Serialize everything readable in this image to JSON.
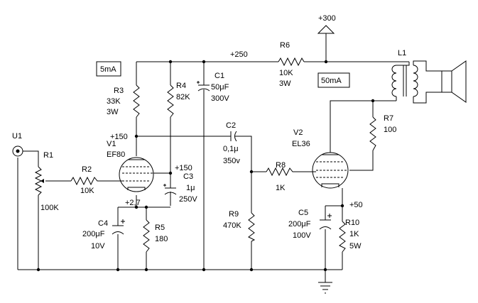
{
  "supply": {
    "plus300": "+300",
    "plus250": "+250",
    "plus150_r3": "+150",
    "plus150_c3": "+150",
    "plus2_7": "+2,7",
    "plus50": "+50"
  },
  "boxes": {
    "current_5mA": "5mA",
    "current_50mA": "50mA"
  },
  "components": {
    "U1": {
      "ref": "U1"
    },
    "R1": {
      "ref": "R1",
      "value": "100K"
    },
    "R2": {
      "ref": "R2",
      "value": "10K"
    },
    "R3": {
      "ref": "R3",
      "value": "33K",
      "rating": "3W"
    },
    "R4": {
      "ref": "R4",
      "value": "82K"
    },
    "R5": {
      "ref": "R5",
      "value": "180"
    },
    "R6": {
      "ref": "R6",
      "value": "10K",
      "rating": "3W"
    },
    "R7": {
      "ref": "R7",
      "value": "100"
    },
    "R8": {
      "ref": "R8",
      "value": "1K"
    },
    "R9": {
      "ref": "R9",
      "value": "470K"
    },
    "R10": {
      "ref": "R10",
      "value": "1K",
      "rating": "5W"
    },
    "C1": {
      "ref": "C1",
      "value": "50μF",
      "rating": "300V"
    },
    "C2": {
      "ref": "C2",
      "value": "0,1μ",
      "rating": "350v"
    },
    "C3": {
      "ref": "C3",
      "value": "1μ",
      "rating": "250V"
    },
    "C4": {
      "ref": "C4",
      "value": "200μF",
      "rating": "10V"
    },
    "C5": {
      "ref": "C5",
      "value": "200μF",
      "rating": "100V"
    },
    "V1": {
      "ref": "V1",
      "type": "EF80"
    },
    "V2": {
      "ref": "V2",
      "type": "EL36"
    },
    "L1": {
      "ref": "L1"
    }
  },
  "icons": [
    "ground-icon",
    "supply-arrow-icon",
    "speaker-icon",
    "transformer-icon"
  ]
}
